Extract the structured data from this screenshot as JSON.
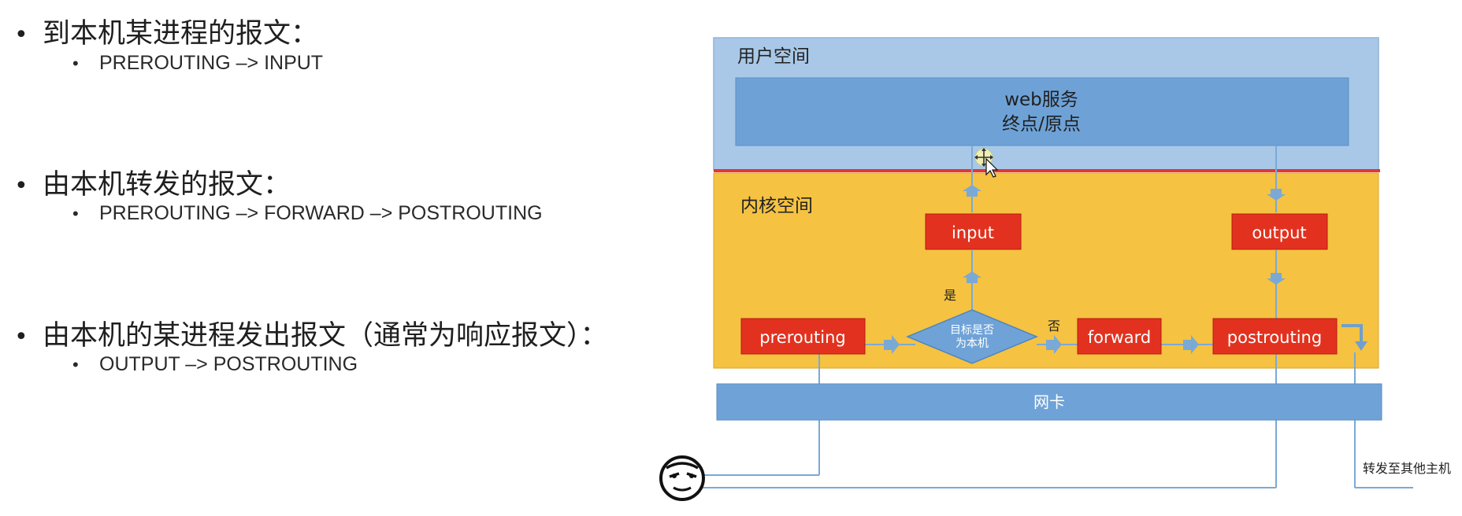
{
  "bullets": [
    {
      "heading": "到本机某进程的报文：",
      "detail": "PREROUTING –> INPUT"
    },
    {
      "heading": "由本机转发的报文：",
      "detail": "PREROUTING –> FORWARD –> POSTROUTING"
    },
    {
      "heading": "由本机的某进程发出报文（通常为响应报文）：",
      "detail": "OUTPUT –> POSTROUTING"
    }
  ],
  "diagram": {
    "user_space_label": "用户空间",
    "web_service_line1": "web服务",
    "web_service_line2": "终点/原点",
    "kernel_space_label": "内核空间",
    "input_label": "input",
    "output_label": "output",
    "prerouting_label": "prerouting",
    "decision_line1": "目标是否",
    "decision_line2": "为本机",
    "yes_label": "是",
    "no_label": "否",
    "forward_label": "forward",
    "postrouting_label": "postrouting",
    "nic_label": "网卡",
    "forward_other_host_label": "转发至其他主机"
  },
  "colors": {
    "user_space_bg": "#a9c8e7",
    "web_box_bg": "#6ea2d7",
    "kernel_bg": "#f5c242",
    "chain_box_bg": "#e2321f",
    "decision_bg": "#6fa3d8",
    "nic_bg": "#6fa3d8",
    "divider_red": "#e53535",
    "line_blue": "#7aa9d6"
  }
}
